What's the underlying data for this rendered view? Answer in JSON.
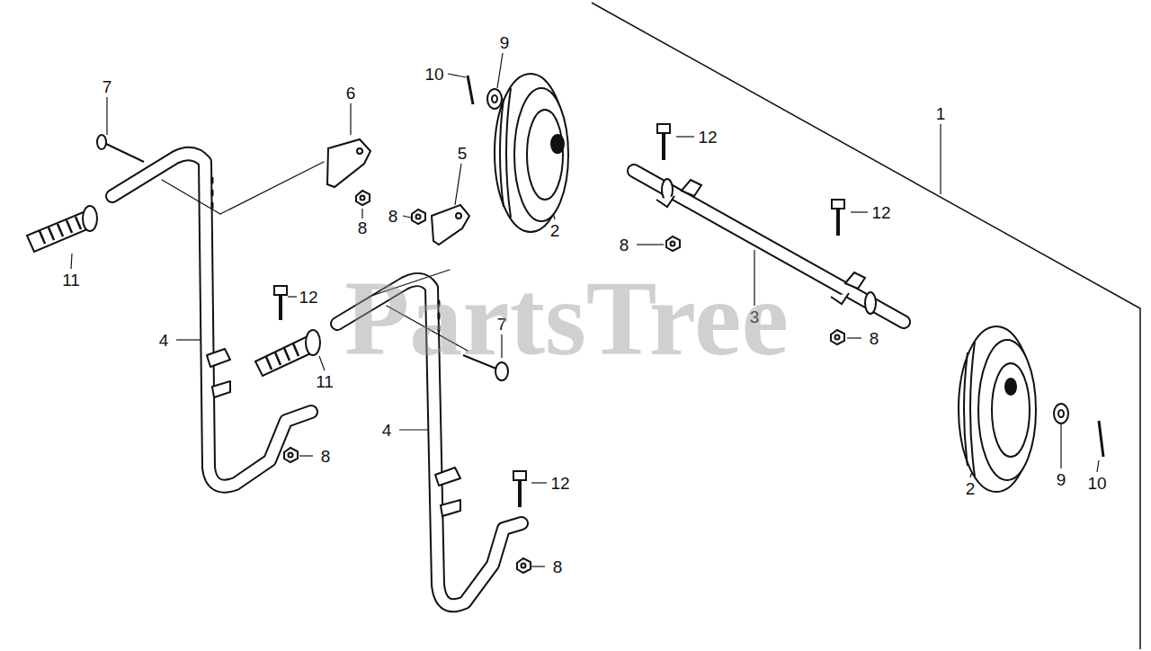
{
  "diagram": {
    "labels": [
      "1",
      "10",
      "9",
      "7",
      "6",
      "12",
      "5",
      "8",
      "12",
      "8",
      "2",
      "8",
      "11",
      "12",
      "3",
      "7",
      "8",
      "4",
      "11",
      "4",
      "8",
      "12",
      "2",
      "9",
      "10",
      "8",
      "PartsTree"
    ]
  }
}
